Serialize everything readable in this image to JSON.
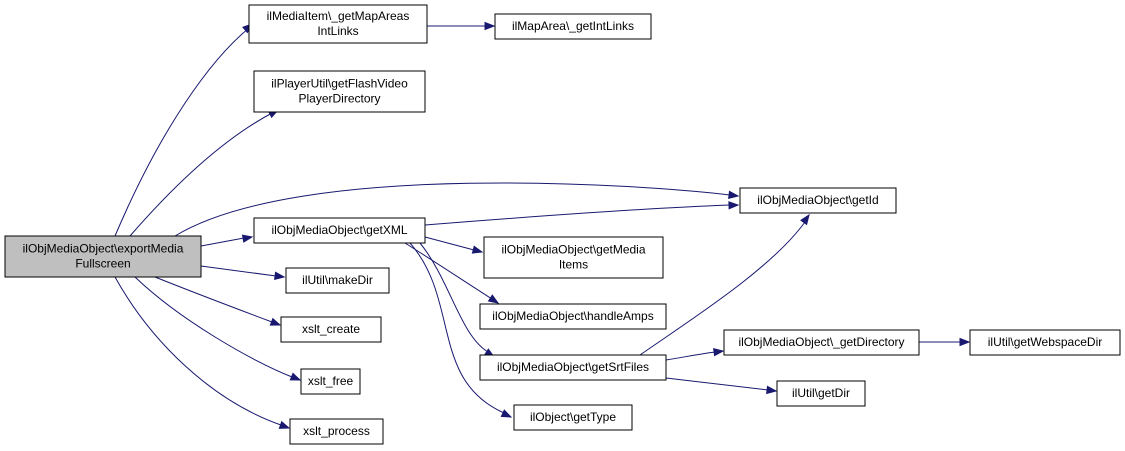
{
  "colors": {
    "edge": "#191970",
    "root_fill": "#bfbfbf",
    "node_fill": "#ffffff",
    "border": "#000000"
  },
  "nodes": [
    {
      "id": "root",
      "lines": [
        "ilObjMediaObject\\exportMedia",
        "Fullscreen"
      ],
      "root": true
    },
    {
      "id": "getMapAreasIntLinks",
      "lines": [
        "ilMediaItem\\_getMapAreas",
        "IntLinks"
      ]
    },
    {
      "id": "getIntLinks",
      "lines": [
        "ilMapArea\\_getIntLinks"
      ]
    },
    {
      "id": "getFlashVideoPlayerDirectory",
      "lines": [
        "ilPlayerUtil\\getFlashVideo",
        "PlayerDirectory"
      ]
    },
    {
      "id": "getId",
      "lines": [
        "ilObjMediaObject\\getId"
      ]
    },
    {
      "id": "getXML",
      "lines": [
        "ilObjMediaObject\\getXML"
      ]
    },
    {
      "id": "getMediaItems",
      "lines": [
        "ilObjMediaObject\\getMedia",
        "Items"
      ]
    },
    {
      "id": "makeDir",
      "lines": [
        "ilUtil\\makeDir"
      ]
    },
    {
      "id": "handleAmps",
      "lines": [
        "ilObjMediaObject\\handleAmps"
      ]
    },
    {
      "id": "xslt_create",
      "lines": [
        "xslt_create"
      ]
    },
    {
      "id": "getDirectory",
      "lines": [
        "ilObjMediaObject\\_getDirectory"
      ]
    },
    {
      "id": "getWebspaceDir",
      "lines": [
        "ilUtil\\getWebspaceDir"
      ]
    },
    {
      "id": "getSrtFiles",
      "lines": [
        "ilObjMediaObject\\getSrtFiles"
      ]
    },
    {
      "id": "xslt_free",
      "lines": [
        "xslt_free"
      ]
    },
    {
      "id": "getDir",
      "lines": [
        "ilUtil\\getDir"
      ]
    },
    {
      "id": "getType",
      "lines": [
        "ilObject\\getType"
      ]
    },
    {
      "id": "xslt_process",
      "lines": [
        "xslt_process"
      ]
    }
  ],
  "edges": [
    {
      "from": "root",
      "to": "getMapAreasIntLinks"
    },
    {
      "from": "root",
      "to": "getFlashVideoPlayerDirectory"
    },
    {
      "from": "root",
      "to": "getId"
    },
    {
      "from": "root",
      "to": "getXML"
    },
    {
      "from": "root",
      "to": "makeDir"
    },
    {
      "from": "root",
      "to": "xslt_create"
    },
    {
      "from": "root",
      "to": "xslt_free"
    },
    {
      "from": "root",
      "to": "xslt_process"
    },
    {
      "from": "getMapAreasIntLinks",
      "to": "getIntLinks"
    },
    {
      "from": "getXML",
      "to": "getId"
    },
    {
      "from": "getXML",
      "to": "getMediaItems"
    },
    {
      "from": "getXML",
      "to": "handleAmps"
    },
    {
      "from": "getXML",
      "to": "getSrtFiles"
    },
    {
      "from": "getXML",
      "to": "getType"
    },
    {
      "from": "getSrtFiles",
      "to": "getId"
    },
    {
      "from": "getSrtFiles",
      "to": "getDirectory"
    },
    {
      "from": "getSrtFiles",
      "to": "getDir"
    },
    {
      "from": "getDirectory",
      "to": "getWebspaceDir"
    }
  ]
}
